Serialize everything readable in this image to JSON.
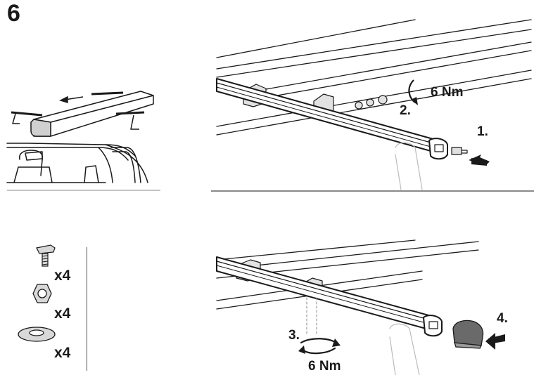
{
  "step_number": "6",
  "panel_top_right": {
    "torque_value": "6 Nm",
    "step_1_label": "1.",
    "step_2_label": "2."
  },
  "panel_bottom_right": {
    "torque_value": "6 Nm",
    "step_3_label": "3.",
    "step_4_label": "4."
  },
  "parts_list": {
    "items": [
      {
        "icon": "t-bolt-icon",
        "quantity": "x4"
      },
      {
        "icon": "nut-icon",
        "quantity": "x4"
      },
      {
        "icon": "washer-icon",
        "quantity": "x4"
      }
    ]
  }
}
